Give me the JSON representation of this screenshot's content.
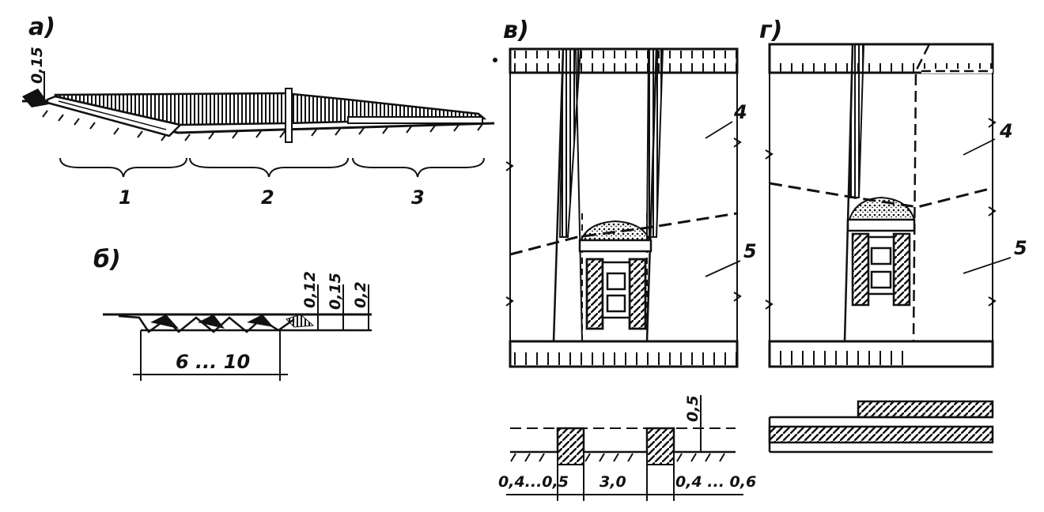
{
  "panels": {
    "a": {
      "label": "а)",
      "thickness": "0,15",
      "zones": [
        "1",
        "2",
        "3"
      ]
    },
    "b": {
      "label": "б)",
      "thicknesses": [
        "0,12",
        "0,15",
        "0,2"
      ],
      "width": "6 ... 10"
    },
    "v": {
      "label": "в)",
      "zone_labels": [
        "4",
        "5"
      ],
      "section_height": "0,5",
      "dims": [
        "0,4...0,5",
        "3,0",
        "0,4 ... 0,6"
      ]
    },
    "g": {
      "label": "г)",
      "zone_labels": [
        "4",
        "5"
      ]
    }
  },
  "colors": {
    "ink": "#111111",
    "paper": "#ffffff"
  }
}
